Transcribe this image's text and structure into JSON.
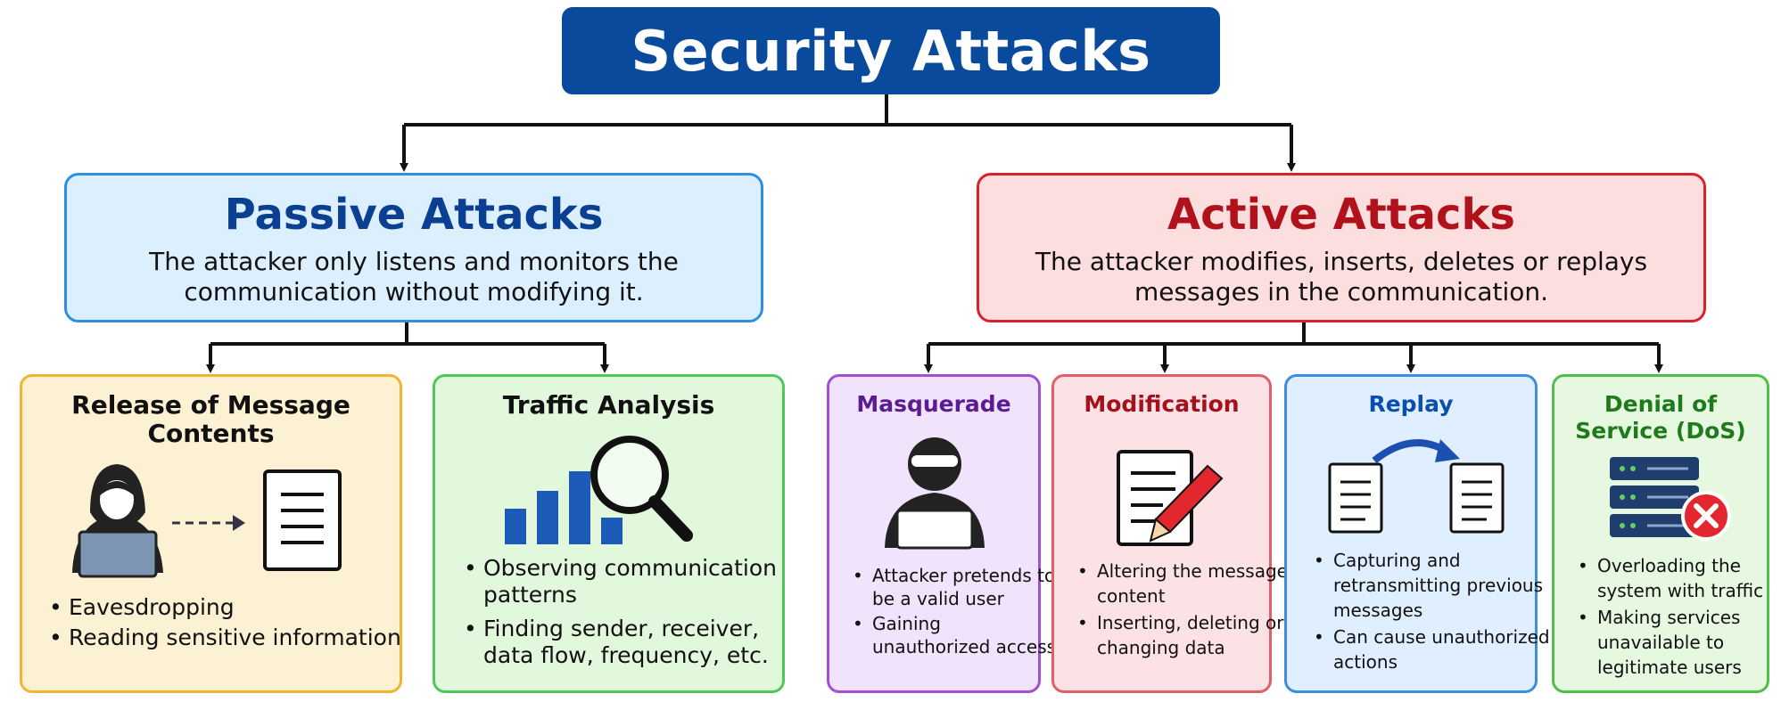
{
  "title": "Security Attacks",
  "passive": {
    "title": "Passive Attacks",
    "description": "The attacker only listens and monitors the communication without modifying it.",
    "types": [
      {
        "title": "Release of Message Contents",
        "bullets": [
          "Eavesdropping",
          "Reading sensitive information"
        ]
      },
      {
        "title": "Traffic Analysis",
        "bullets": [
          "Observing communication patterns",
          "Finding sender, receiver, data flow, frequency, etc."
        ]
      }
    ]
  },
  "active": {
    "title": "Active Attacks",
    "description": "The attacker modifies, inserts, deletes or replays messages in the communication.",
    "types": [
      {
        "title": "Masquerade",
        "bullets": [
          "Attacker pretends to be a valid user",
          "Gaining unauthorized access"
        ]
      },
      {
        "title": "Modification",
        "bullets": [
          "Altering the message content",
          "Inserting, deleting or changing data"
        ]
      },
      {
        "title": "Replay",
        "bullets": [
          "Capturing and retransmitting previous messages",
          "Can cause unauthorized actions"
        ]
      },
      {
        "title": "Denial of Service (DoS)",
        "bullets": [
          "Overloading the system with traffic",
          "Making services unavailable to legitimate users"
        ]
      }
    ]
  },
  "colors": {
    "title_bg": "#0a4a9c",
    "passive_accent": "#2e8fe0",
    "active_accent": "#d8232a",
    "connector": "#111111"
  },
  "icons": [
    "hooded-hacker-icon",
    "document-icon",
    "bar-chart-icon",
    "magnifier-icon",
    "masked-hacker-icon",
    "document-pencil-icon",
    "replay-arrow-icon",
    "server-error-icon"
  ]
}
